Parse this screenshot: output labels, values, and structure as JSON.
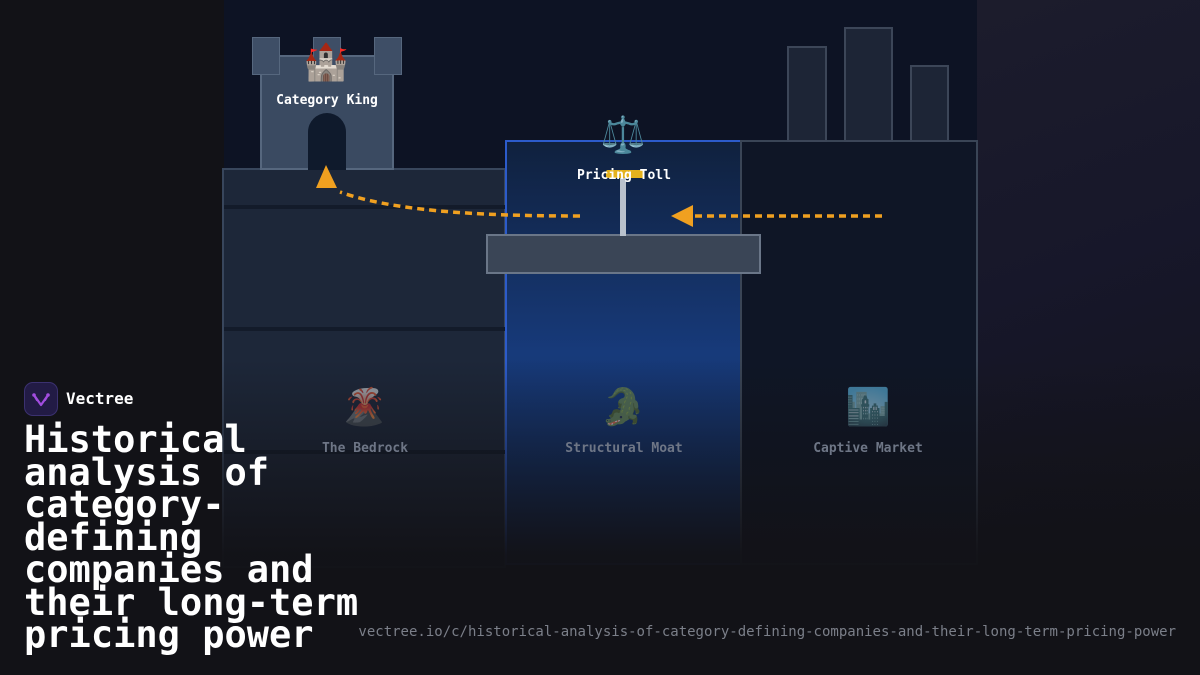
{
  "brand": {
    "name": "Vectree",
    "logo_icon": "vectree-logo-icon",
    "logo_color": "#a24de0"
  },
  "title": "Historical analysis of category-defining companies and their long-term pricing power",
  "url": "vectree.io/c/historical-analysis-of-category-defining-companies-and-their-long-term-pricing-power",
  "diagram": {
    "nodes": [
      {
        "id": "category-king",
        "label": "Category King",
        "icon": "castle-icon",
        "glyph": "🏰"
      },
      {
        "id": "pricing-toll",
        "label": "Pricing Toll",
        "icon": "scales-icon",
        "glyph": "⚖️"
      },
      {
        "id": "the-bedrock",
        "label": "The Bedrock",
        "icon": "volcano-icon",
        "glyph": "🌋"
      },
      {
        "id": "structural-moat",
        "label": "Structural Moat",
        "icon": "crocodile-icon",
        "glyph": "🐊"
      },
      {
        "id": "captive-market",
        "label": "Captive Market",
        "icon": "cityscape-icon",
        "glyph": "🏙️"
      }
    ],
    "arrows": [
      {
        "from": "captive-market",
        "to": "pricing-toll",
        "style": "dashed"
      },
      {
        "from": "pricing-toll",
        "to": "category-king",
        "style": "dashed"
      }
    ],
    "colors": {
      "arrow": "#f0a020",
      "moat_accent": "#2c5bcb",
      "toll_bar": "#e5b21e"
    }
  }
}
